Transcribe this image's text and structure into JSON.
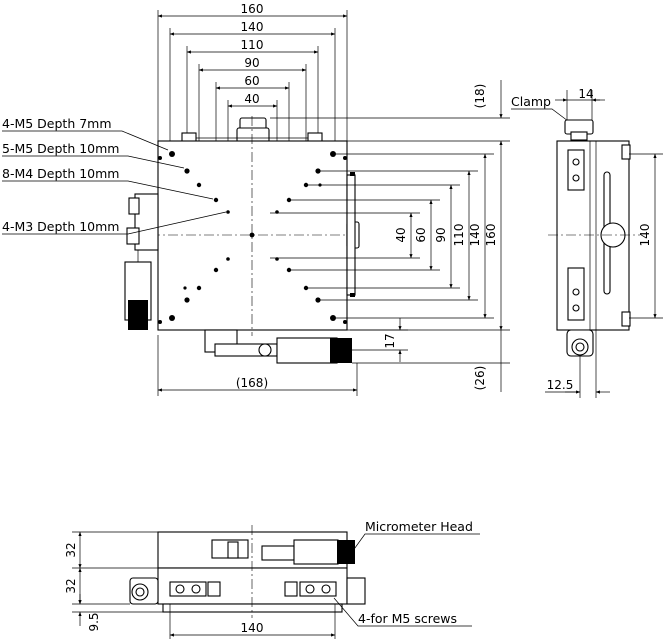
{
  "top_view": {
    "width_dims": [
      "160",
      "140",
      "110",
      "90",
      "60",
      "40"
    ],
    "height_dims": [
      "40",
      "60",
      "90",
      "110",
      "140",
      "160"
    ],
    "offset_top": "(18)",
    "offset_bottom": "(26)",
    "overall_width": "(168)",
    "micrometer_offset": "17"
  },
  "hole_labels": [
    "4-M5 Depth 7mm",
    "5-M5 Depth 10mm",
    "8-M4 Depth 10mm",
    "4-M3 Depth 10mm"
  ],
  "side_view": {
    "clamp_label": "Clamp",
    "clamp_dim": "14",
    "height_dim": "140",
    "bottom_dim": "12.5"
  },
  "front_view": {
    "micrometer_label": "Micrometer Head",
    "screws_label": "4-for M5 screws",
    "height_upper": "32",
    "height_lower": "32",
    "base_height": "9.5",
    "width_dim": "140"
  }
}
